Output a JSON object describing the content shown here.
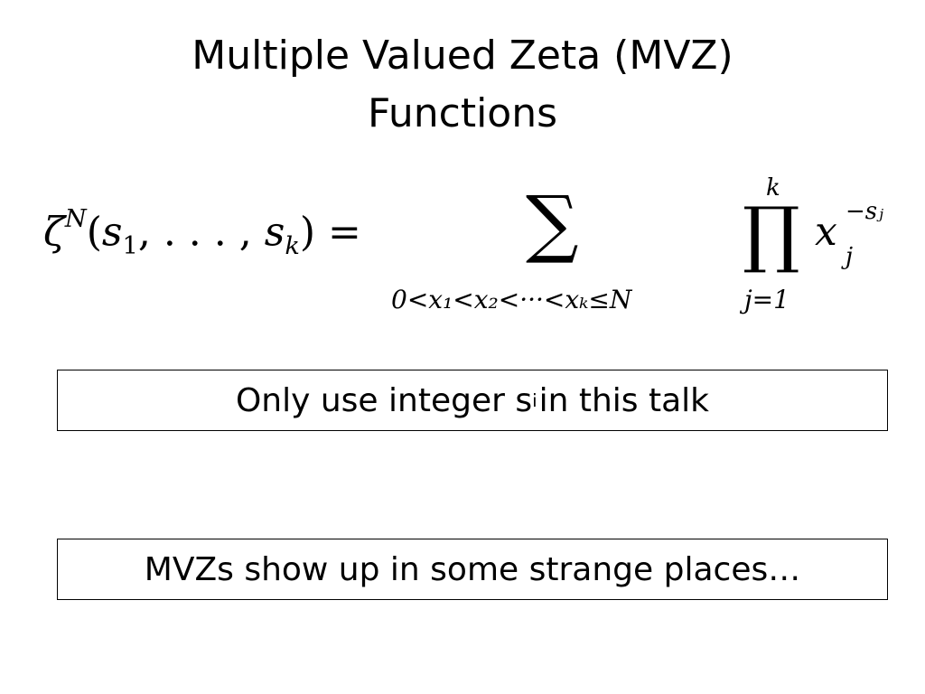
{
  "slide": {
    "title_line1": "Multiple Valued Zeta (MVZ)",
    "title_line2": "Functions"
  },
  "formula": {
    "zeta": "ζ",
    "zeta_sup": "N",
    "args_open": "(",
    "arg_s": "s",
    "arg_sub_1": "1",
    "arg_sep": ", . . . , ",
    "arg_sub_k": "k",
    "args_close": ")",
    "equals": "=",
    "sum_symbol": "∑",
    "sum_range": "0<x₁<x₂<···<xₖ≤N",
    "prod_symbol": "∏",
    "prod_upper": "k",
    "prod_lower": "j=1",
    "term_x": "x",
    "term_sub": "j",
    "term_sup": "−sⱼ"
  },
  "note1": {
    "text_before": "Only use integer s",
    "subscript": "i",
    "text_after": " in this talk"
  },
  "note2": {
    "text": "MVZs show up in some strange places…"
  }
}
